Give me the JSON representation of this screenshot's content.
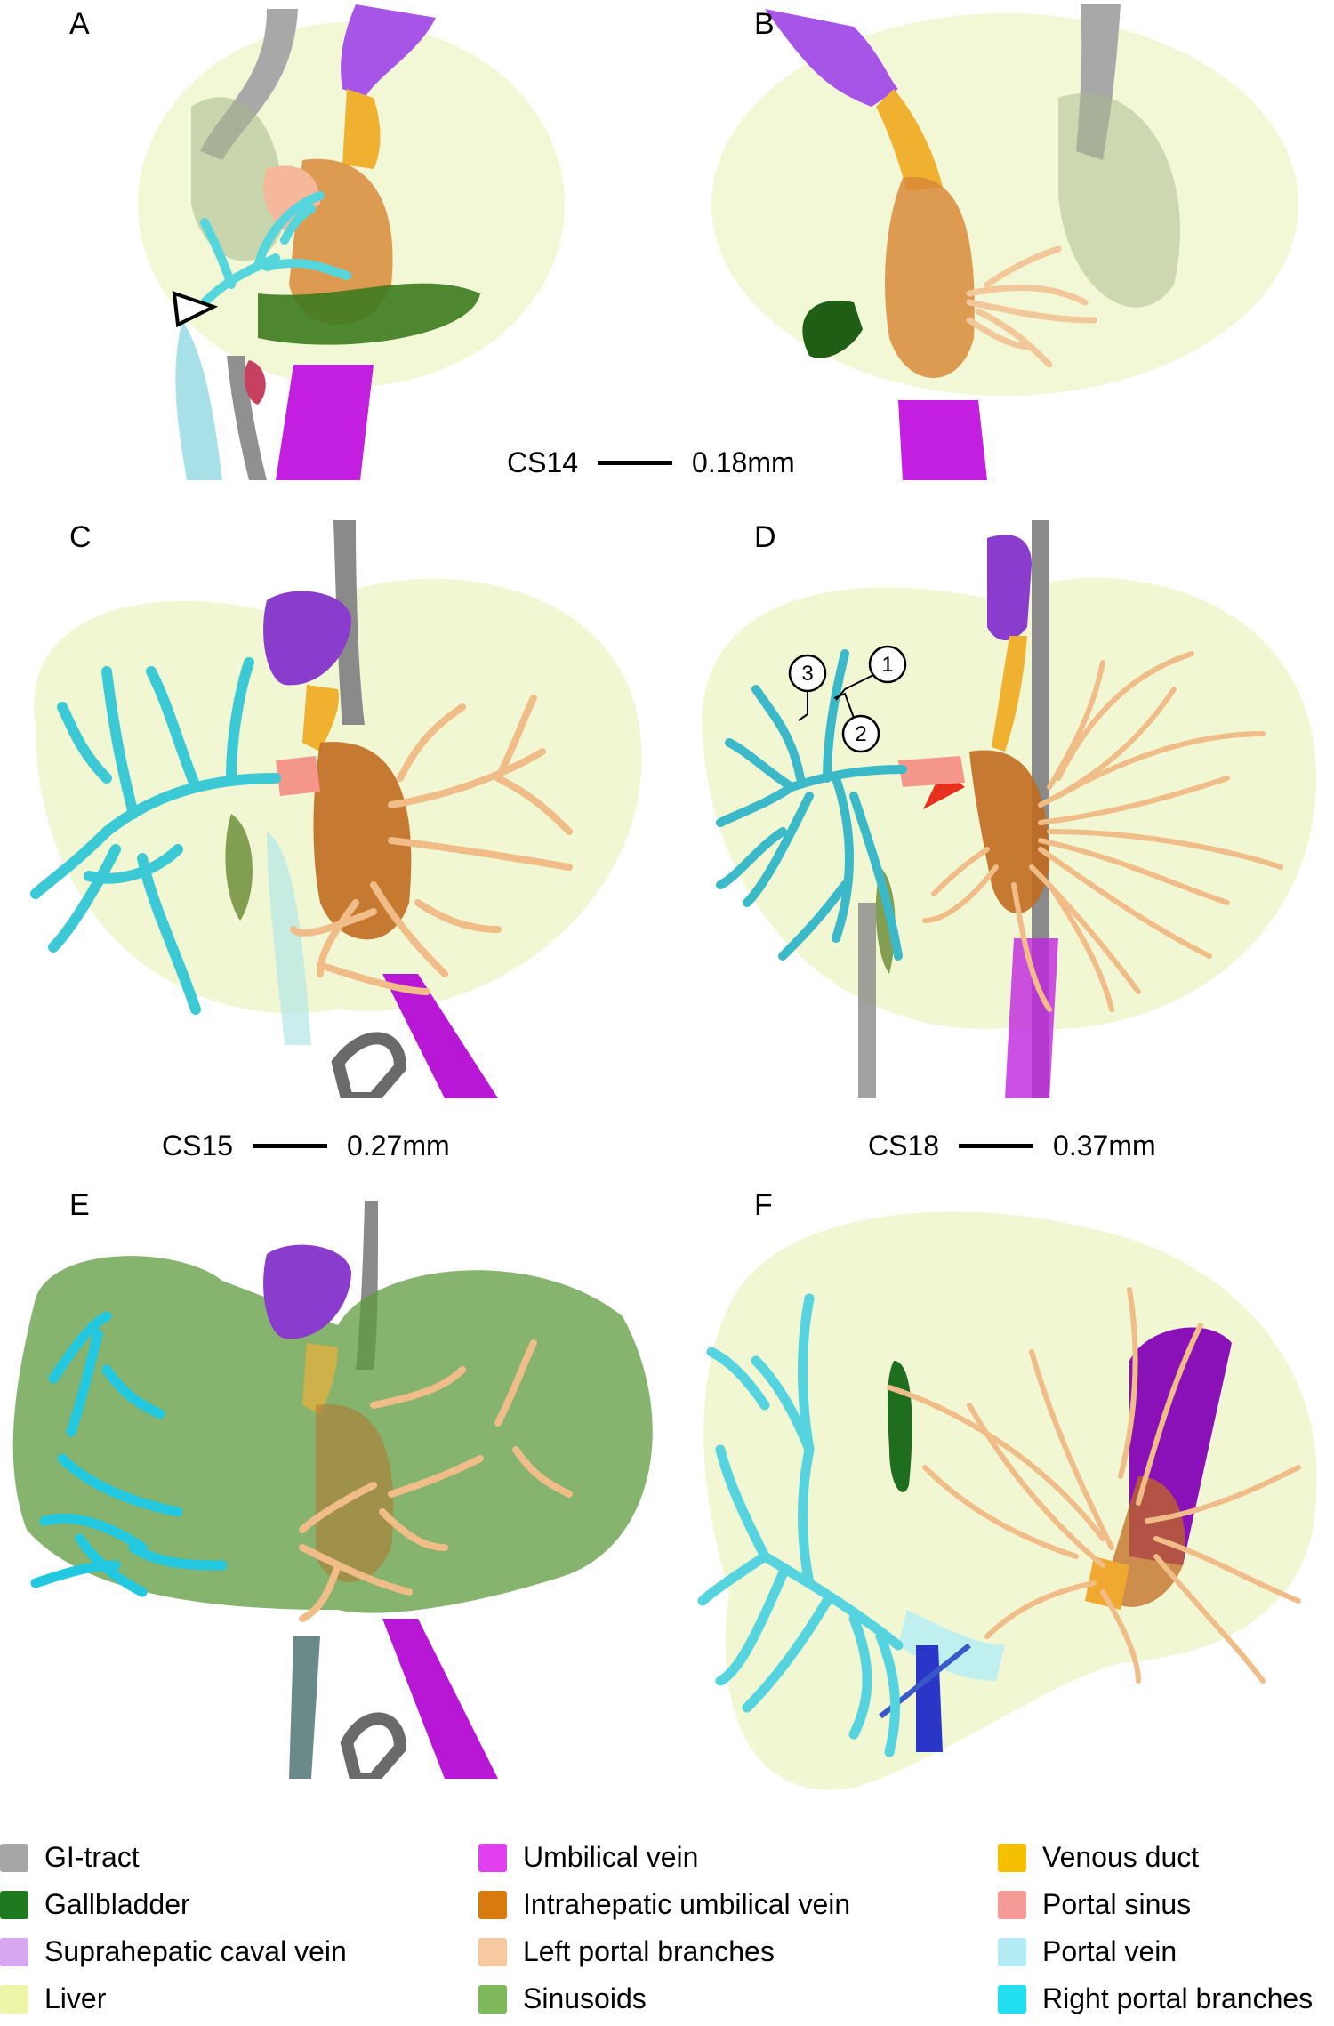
{
  "figure": {
    "panels": [
      {
        "letter": "A"
      },
      {
        "letter": "B"
      },
      {
        "letter": "C"
      },
      {
        "letter": "D"
      },
      {
        "letter": "E"
      },
      {
        "letter": "F"
      }
    ],
    "scalebars": [
      {
        "stage": "CS14",
        "length": "0.18mm"
      },
      {
        "stage": "CS15",
        "length": "0.27mm"
      },
      {
        "stage": "CS18",
        "length": "0.37mm"
      }
    ],
    "callouts": [
      "1",
      "2",
      "3"
    ]
  },
  "legend": {
    "items": [
      {
        "label": "GI-tract",
        "color": "#a6a6a6"
      },
      {
        "label": "Gallbladder",
        "color": "#1f7a1f"
      },
      {
        "label": "Suprahepatic caval vein",
        "color": "#d9a6f2"
      },
      {
        "label": "Liver",
        "color": "#eef5a8"
      },
      {
        "label": "Umbilical vein",
        "color": "#e040f0"
      },
      {
        "label": "Intrahepatic umbilical vein",
        "color": "#d97a0f"
      },
      {
        "label": "Left portal branches",
        "color": "#f7c9a0"
      },
      {
        "label": "Sinusoids",
        "color": "#7fb85a"
      },
      {
        "label": "Venous duct",
        "color": "#f5c000"
      },
      {
        "label": "Portal sinus",
        "color": "#f59a96"
      },
      {
        "label": "Portal vein",
        "color": "#b3ecf5"
      },
      {
        "label": "Right portal branches",
        "color": "#22e0f0"
      }
    ]
  }
}
